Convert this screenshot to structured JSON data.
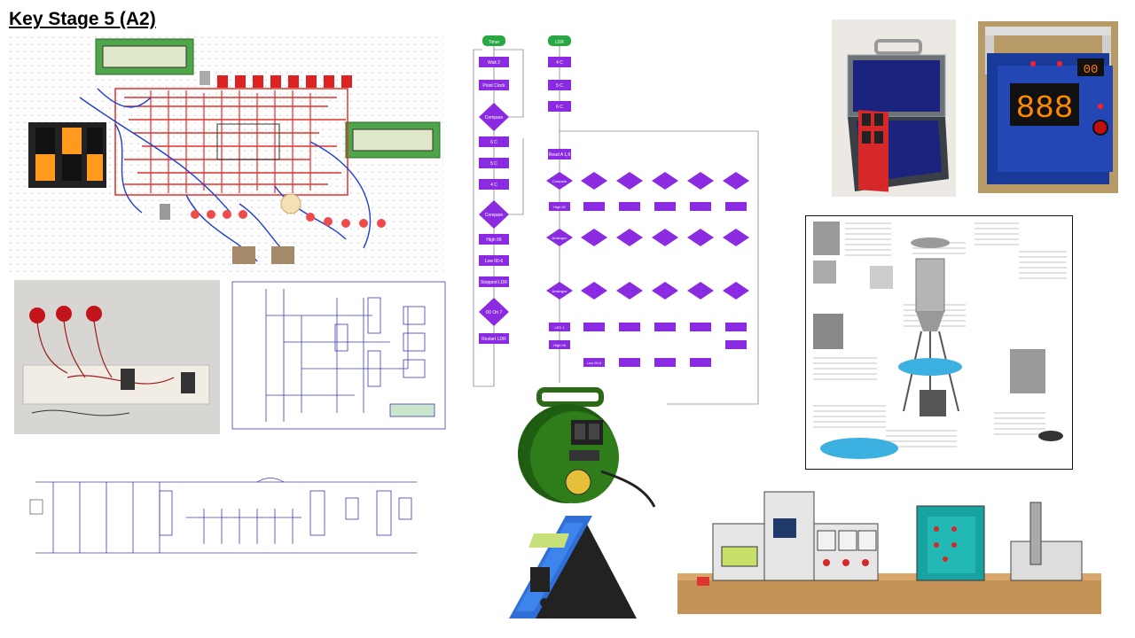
{
  "slide": {
    "title": "Key Stage 5 (A2)"
  },
  "colors": {
    "flow_box": "#8a2be2",
    "flow_start": "#28a745",
    "pcb_track": "#e0322d",
    "wire": "#1d3fd0",
    "lcd_green": "#9fd29b",
    "schematic": "#3b3bc4"
  },
  "flowchart": {
    "left_start": "Timer",
    "right_start": "LDR",
    "left_boxes": [
      "Wait 2",
      "Point Clock",
      "Compare",
      "6 C",
      "5 C",
      "4 C",
      "Compare",
      "High 06",
      "Low 00-6",
      "Stopped LDR",
      "D0 On 7",
      "Restart LDR"
    ],
    "right_top": [
      "4 C",
      "5 C",
      "6 C"
    ],
    "right_read": "Read A 1,6",
    "right_column_labels": [
      "Compare",
      "High 00",
      "Analogue",
      "Analogue",
      "LED 1",
      "High 06",
      "Low 00-6"
    ]
  },
  "icons": [
    "battery-icon",
    "lcd-icon",
    "push-button-icon",
    "led-icon",
    "seven-segment-icon"
  ]
}
